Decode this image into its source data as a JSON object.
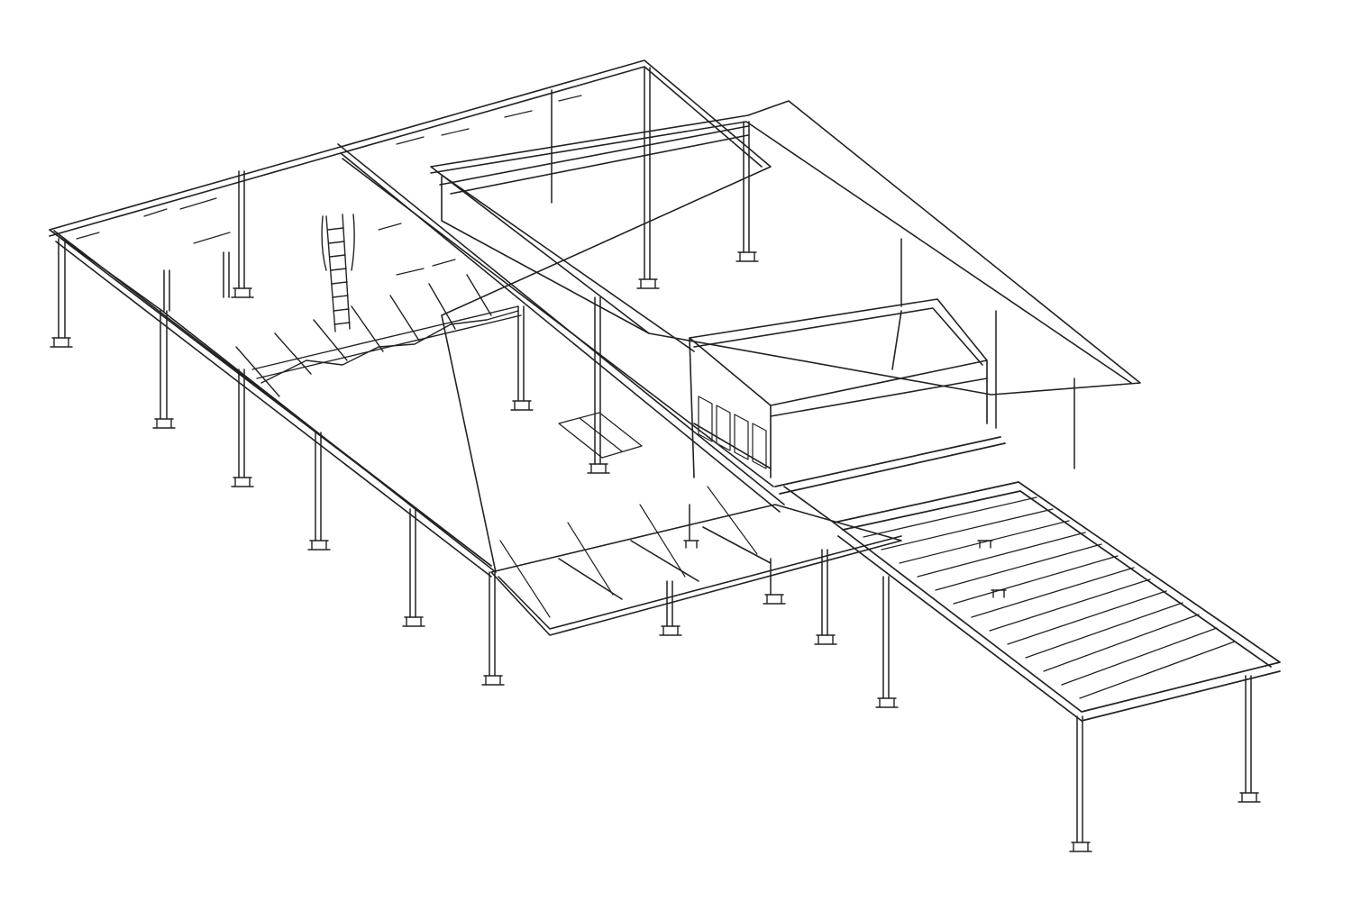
{
  "diagram": {
    "type": "isometric-line-drawing",
    "subject": "steel-frame-structure",
    "background_color": "#ffffff",
    "line_color": "#222222",
    "text_labels": [],
    "components": [
      "roof-perimeter-frame-left",
      "roof-perimeter-frame-right",
      "support-columns",
      "column-base-plates",
      "interior-trusses",
      "access-ladder",
      "upper-cabin-frame",
      "cabin-windows",
      "cantilever-walkway",
      "walkway-deck-slats",
      "hanger-rods",
      "roof-purlins"
    ]
  }
}
